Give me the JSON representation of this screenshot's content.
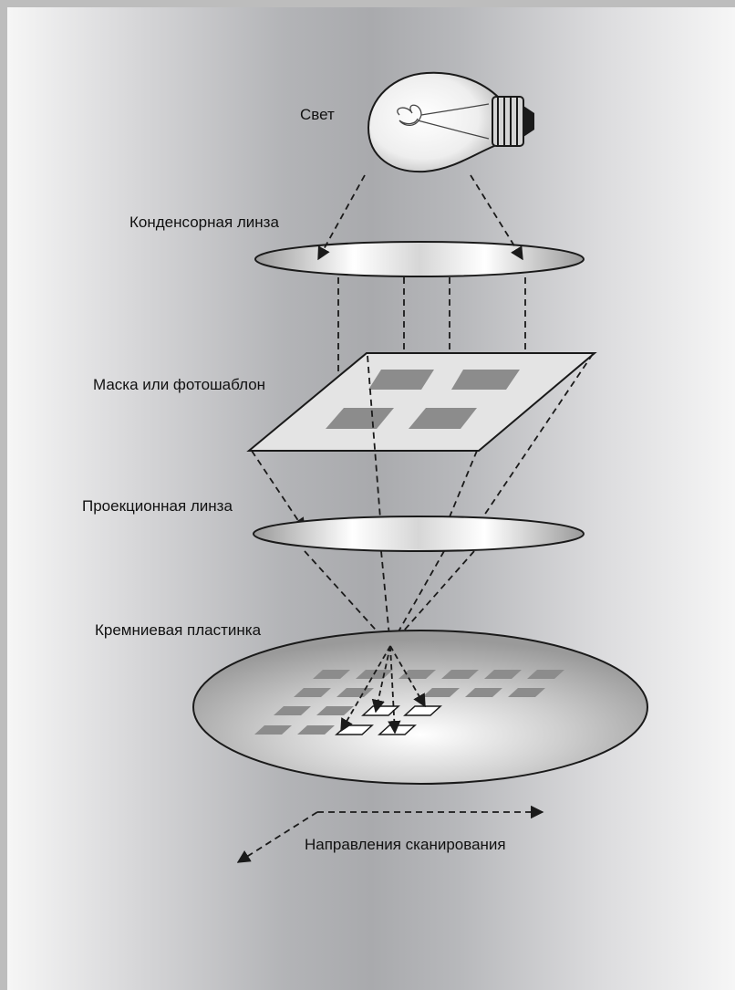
{
  "labels": {
    "light": "Свет",
    "condenser_lens": "Конденсорная линза",
    "mask": "Маска или фотошаблон",
    "projection_lens": "Проекционная линза",
    "wafer": "Кремниевая пластинка",
    "scan_directions": "Направления сканирования"
  },
  "icons": {
    "light_source": "light-bulb-icon"
  },
  "colors": {
    "background_dark": "#a9aaad",
    "background_light": "#f4f4f4",
    "mask_fill": "#e4e4e4",
    "die_fill": "#8c8c8c",
    "exposed_die_fill": "#ffffff",
    "line": "#1a1a1a"
  }
}
